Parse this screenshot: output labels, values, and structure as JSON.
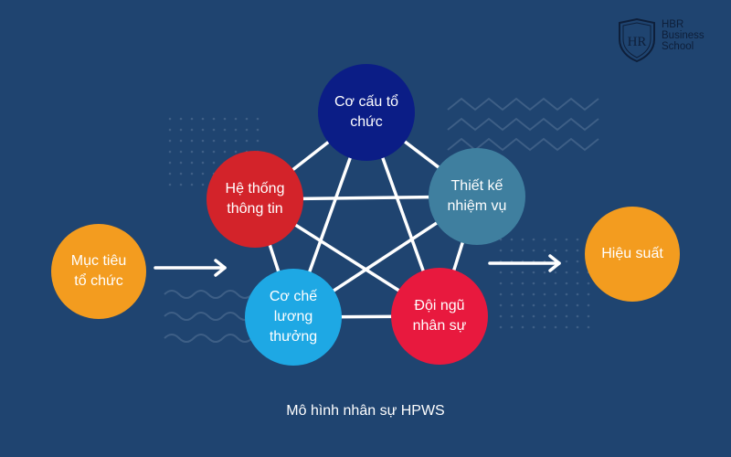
{
  "diagram": {
    "caption": "Mô hình nhân sự HPWS",
    "nodes": {
      "goal": {
        "line1": "Mục tiêu",
        "line2": "tổ chức",
        "color": "#f39c1f"
      },
      "perf": {
        "line1": "Hiệu suất",
        "color": "#f39c1f"
      },
      "struct": {
        "line1": "Cơ cấu tổ",
        "line2": "chức",
        "color": "#0b1d86"
      },
      "info": {
        "line1": "Hệ thống",
        "line2": "thông tin",
        "color": "#d3232a"
      },
      "task": {
        "line1": "Thiết kế",
        "line2": "nhiệm vụ",
        "color": "#3f7f9f"
      },
      "reward": {
        "line1": "Cơ chế",
        "line2": "lương",
        "line3": "thưởng",
        "color": "#1ea8e4"
      },
      "staff": {
        "line1": "Đội ngũ",
        "line2": "nhân sự",
        "color": "#e8193e"
      }
    }
  },
  "logo": {
    "monogram": "HR",
    "line1": "HBR",
    "line2": "Business",
    "line3": "School"
  },
  "colors": {
    "background": "#1f4470",
    "connector": "#ffffff",
    "decoration": "#3e5f86"
  }
}
